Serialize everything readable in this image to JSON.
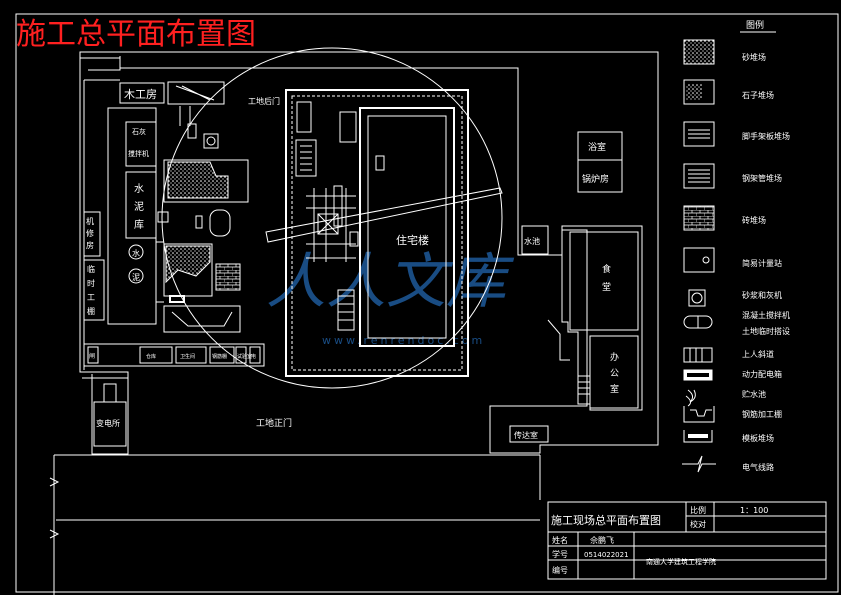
{
  "page_title": "施工总平面布置图",
  "colors": {
    "title": "#ff2020",
    "background": "#000000",
    "lines": "#ffffff",
    "watermark": "#1e5a9a"
  },
  "watermark": {
    "cn": "人人文库",
    "url": "www.renrendoc.com"
  },
  "site_labels": {
    "carpentry": "木工房",
    "side_gate": "工地后门",
    "stone_pile": "石灰",
    "mixer": "搅拌机",
    "cement_1": "水",
    "cement_2": "泥",
    "cement_3": "库",
    "machine_1": "机",
    "machine_2": "修",
    "machine_3": "房",
    "temp_1": "临",
    "temp_2": "时",
    "temp_3": "工",
    "temp_4": "棚",
    "water_c": "水",
    "mud_c": "泥",
    "building": "住宅楼",
    "bath": "浴室",
    "boiler": "锅炉房",
    "pool": "水池",
    "canteen_1": "食",
    "canteen_2": "堂",
    "office_1": "办",
    "office_2": "公",
    "office_3": "室",
    "reception": "传达室",
    "main_gate": "工地正门",
    "substation": "变电所",
    "barrier": "闸",
    "warehouse": "仓库",
    "toilet": "卫生间",
    "shed": "钢筋棚",
    "lab": "试验室",
    "power": "电"
  },
  "legend": {
    "heading": "图例",
    "items": [
      {
        "label": "砂堆场",
        "icon": "sand-pile-icon"
      },
      {
        "label": "石子堆场",
        "icon": "gravel-pile-icon"
      },
      {
        "label": "脚手架板堆场",
        "icon": "scaffold-board-icon"
      },
      {
        "label": "钢架管堆场",
        "icon": "steel-pipe-icon"
      },
      {
        "label": "砖堆场",
        "icon": "brick-pile-icon"
      },
      {
        "label": "简易计量站",
        "icon": "weigh-station-icon"
      },
      {
        "label": "砂浆和灰机",
        "icon": "mortar-mixer-icon"
      },
      {
        "label": "混凝土搅拌机",
        "icon": "concrete-mixer-icon"
      },
      {
        "label": "土地临时搭设",
        "icon": "temp-build-icon"
      },
      {
        "label": "上人斜道",
        "icon": "ramp-icon"
      },
      {
        "label": "动力配电箱",
        "icon": "power-box-icon"
      },
      {
        "label": "贮水池",
        "icon": "water-tank-icon"
      },
      {
        "label": "钢筋加工棚",
        "icon": "rebar-shed-icon"
      },
      {
        "label": "模板堆场",
        "icon": "formwork-icon"
      },
      {
        "label": "电气线路",
        "icon": "power-line-icon"
      }
    ]
  },
  "title_block": {
    "drawing_name": "施工现场总平面布置图",
    "scale_label": "比例",
    "scale_value": "1：100",
    "check_label": "校对",
    "name_label": "姓名",
    "name_value": "佘鹏飞",
    "id_label": "学号",
    "id_value": "0514022021",
    "num_label": "编号",
    "school": "南通大学建筑工程学院"
  }
}
